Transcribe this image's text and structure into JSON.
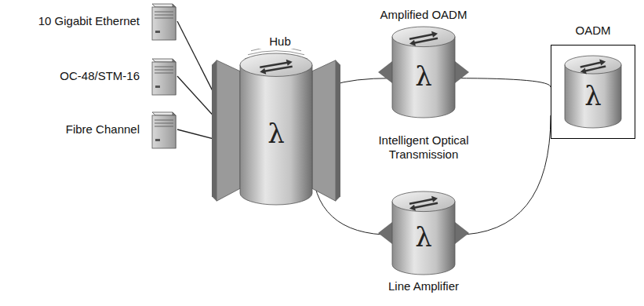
{
  "diagram": {
    "nodes": [
      {
        "text": [
          "10 Gigabit Ethernet"
        ]
      },
      {
        "text": [
          "OC-48/STM-16"
        ]
      },
      {
        "text": [
          "Fibre Channel"
        ]
      },
      {
        "text": [
          "Hub",
          "λ"
        ]
      },
      {
        "text": [
          "Amplified OADM",
          "λ"
        ]
      },
      {
        "text": [
          "OADM",
          "λ"
        ]
      },
      {
        "text": [
          "λ",
          "Line Amplifier"
        ]
      }
    ],
    "edges": [
      {
        "from": 0,
        "to": 3,
        "arrow": "none"
      },
      {
        "from": 1,
        "to": 3,
        "arrow": "none"
      },
      {
        "from": 2,
        "to": 3,
        "arrow": "none"
      },
      {
        "from": 3,
        "to": 4,
        "arrow": "none"
      },
      {
        "from": 4,
        "to": 5,
        "arrow": "none"
      },
      {
        "from": 5,
        "to": 6,
        "arrow": "none"
      },
      {
        "from": 6,
        "to": 3,
        "arrow": "none"
      }
    ],
    "labels": [
      "Intelligent Optical Transmission"
    ]
  }
}
